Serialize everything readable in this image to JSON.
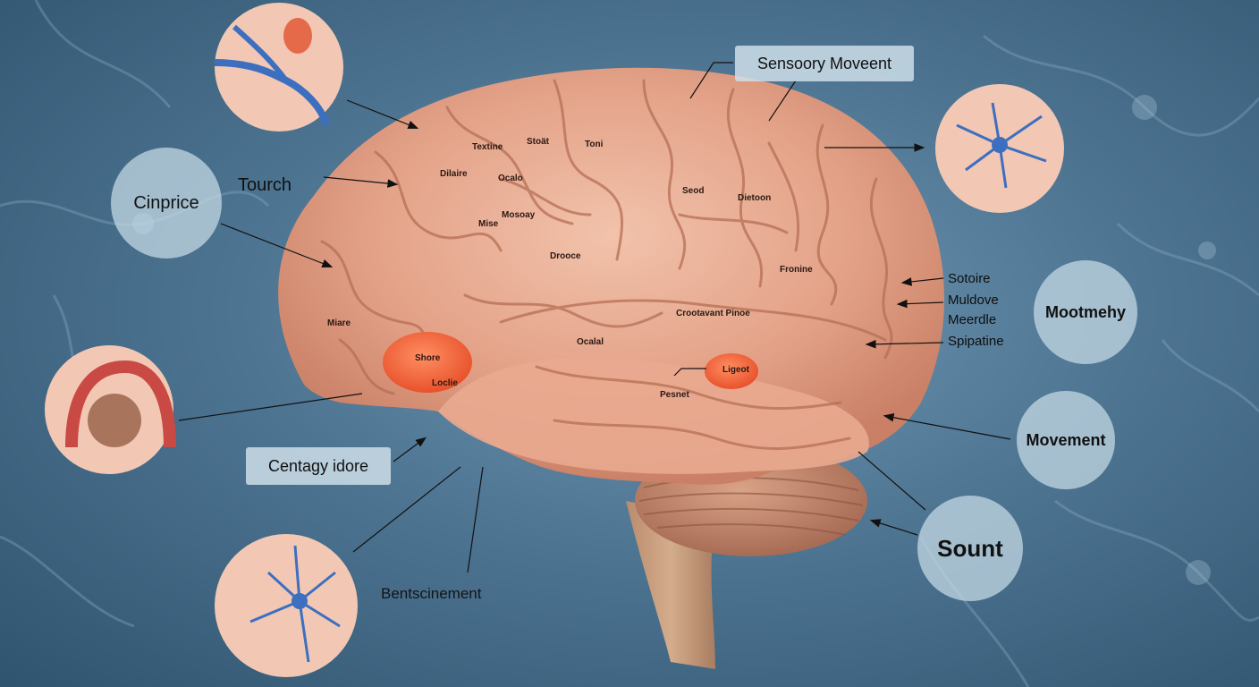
{
  "callouts": {
    "sensory_movement": "Sensoory Moveent",
    "tourch": "Tourch",
    "cinprice": "Cinprice",
    "centagy_idore": "Centagy idore",
    "bentscinement": "Bentscinement",
    "mootmehy": "Mootmehy",
    "movement": "Movement",
    "sount": "Sount"
  },
  "side_labels": [
    "Sotoire",
    "Muldove",
    "Meerdle",
    "Spipatine"
  ],
  "brain_labels": {
    "textine": "Textine",
    "stoat": "Stoät",
    "toni": "Toni",
    "dilaire": "Dilaire",
    "ocalo": "Ocalo",
    "mosoay": "Mosoay",
    "mise": "Mise",
    "seod": "Seod",
    "dietoon": "Dietoon",
    "drooce": "Drooce",
    "fronine": "Fronine",
    "miare": "Miare",
    "crootavant_pinoe": "Crootavant Pinoe",
    "ocalal": "Ocalal",
    "shore": "Shore",
    "loclie": "Loclie",
    "ligeot": "Ligeot",
    "pesnet": "Pesnet"
  },
  "colors": {
    "background": "#4e7592",
    "brain": "#e8ad94",
    "highlight": "#f0683e",
    "neuron": "#3d6fc0",
    "label_circle": "#c8dce8"
  },
  "icons": [
    "blood-vessel-icon",
    "neuron-icon",
    "artery-icon",
    "nerve-cell-icon"
  ]
}
